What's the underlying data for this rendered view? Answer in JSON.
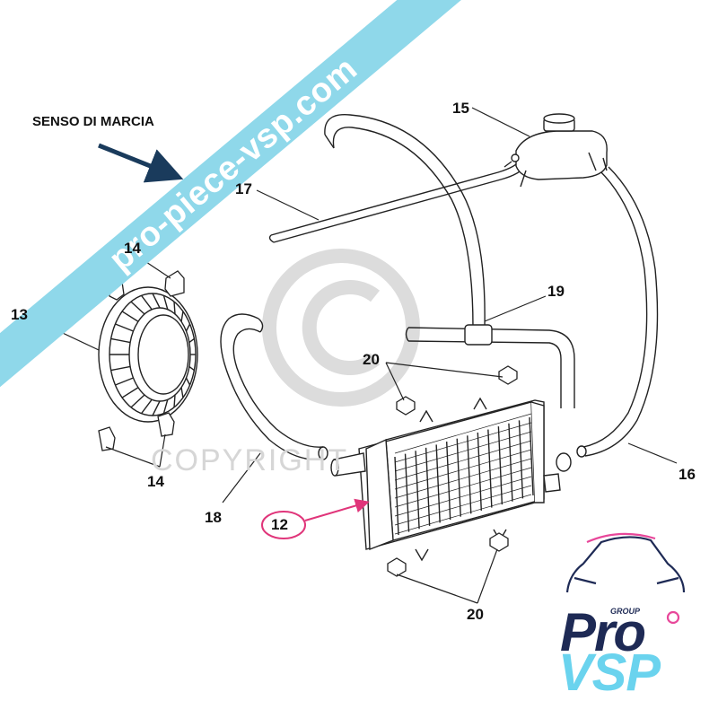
{
  "watermark": {
    "site": "pro-piece-vsp.com",
    "copyright_text": "COPYRIGHT",
    "copyright_symbol": "©"
  },
  "direction_label": "SENSO DI MARCIA",
  "callouts": {
    "n12": "12",
    "n13": "13",
    "n14a": "14",
    "n14b": "14",
    "n15": "15",
    "n16": "16",
    "n17": "17",
    "n18": "18",
    "n19": "19",
    "n20a": "20",
    "n20b": "20"
  },
  "logo": {
    "group": "GROUP",
    "pro": "Pro",
    "vsp": "VSP"
  },
  "colors": {
    "banner": "#8fd8ea",
    "highlight": "#e0357a",
    "logo_navy": "#1e2a55",
    "logo_cyan": "#6ad3ee",
    "logo_pink": "#e8479a"
  }
}
